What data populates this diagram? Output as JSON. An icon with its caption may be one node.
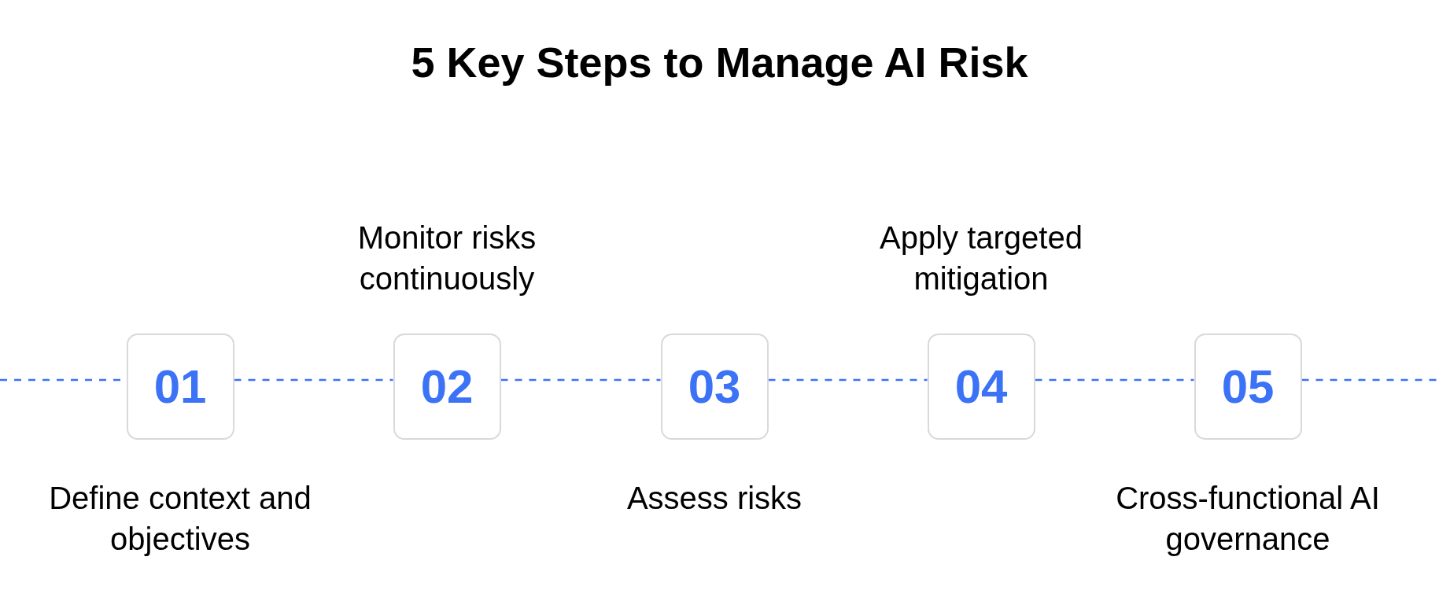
{
  "diagram": {
    "title": "5 Key Steps to Manage AI Risk",
    "nodes": [
      {
        "text": [
          "01"
        ],
        "beside": [
          "Define context and objectives"
        ]
      },
      {
        "text": [
          "02"
        ],
        "beside": [
          "Monitor risks continuously"
        ]
      },
      {
        "text": [
          "03"
        ],
        "beside": [
          "Assess risks"
        ]
      },
      {
        "text": [
          "04"
        ],
        "beside": [
          "Apply targeted mitigation"
        ]
      },
      {
        "text": [
          "05"
        ],
        "beside": [
          "Cross-functional AI governance"
        ]
      }
    ],
    "edges": [
      {
        "from": null,
        "to": 0,
        "arrow": "none",
        "style": "dashed"
      },
      {
        "from": 0,
        "to": 1,
        "arrow": "none",
        "style": "dashed"
      },
      {
        "from": 1,
        "to": 2,
        "arrow": "none",
        "style": "dashed"
      },
      {
        "from": 2,
        "to": 3,
        "arrow": "none",
        "style": "dashed"
      },
      {
        "from": 3,
        "to": 4,
        "arrow": "none",
        "style": "dashed"
      },
      {
        "from": 4,
        "to": null,
        "arrow": "none",
        "style": "dashed"
      }
    ]
  }
}
